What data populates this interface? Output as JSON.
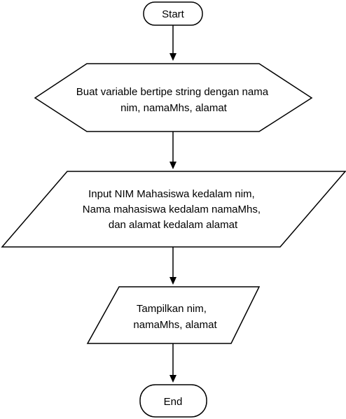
{
  "flowchart": {
    "start": {
      "text": "Start"
    },
    "declare": {
      "lines": [
        "Buat variable bertipe string dengan nama",
        "nim, namaMhs, alamat"
      ]
    },
    "input": {
      "lines": [
        "Input NIM Mahasiswa kedalam nim,",
        "Nama mahasiswa kedalam namaMhs,",
        "dan alamat kedalam alamat"
      ]
    },
    "output": {
      "lines": [
        "Tampilkan nim,",
        "namaMhs, alamat"
      ]
    },
    "end": {
      "text": "End"
    }
  }
}
